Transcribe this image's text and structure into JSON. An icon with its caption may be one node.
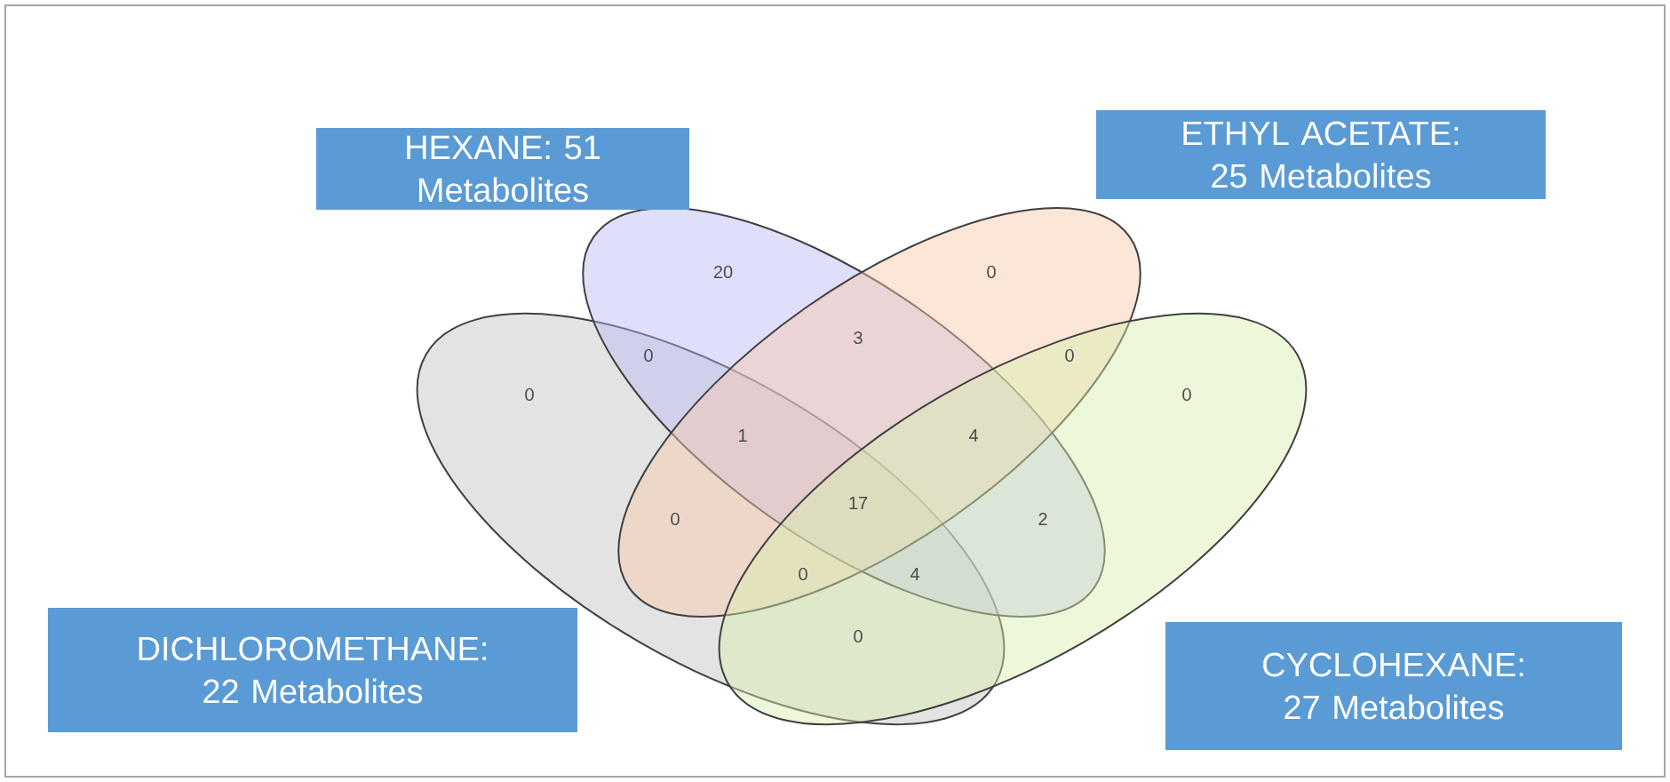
{
  "diagram": {
    "nodes": [
      {
        "text": [
          "HEXANE: 51 Metabolites"
        ]
      },
      {
        "text": [
          "ETHYL ACETATE: 25 Metabolites"
        ]
      },
      {
        "text": [
          "DICHLOROMETHANE: 22 Metabolites"
        ]
      },
      {
        "text": [
          "CYCLOHEXANE: 27 Metabolites"
        ]
      }
    ],
    "labels": [
      "20",
      "0",
      "3",
      "0",
      "0",
      "0",
      "0",
      "1",
      "4",
      "17",
      "0",
      "2",
      "0",
      "4",
      "0"
    ]
  }
}
